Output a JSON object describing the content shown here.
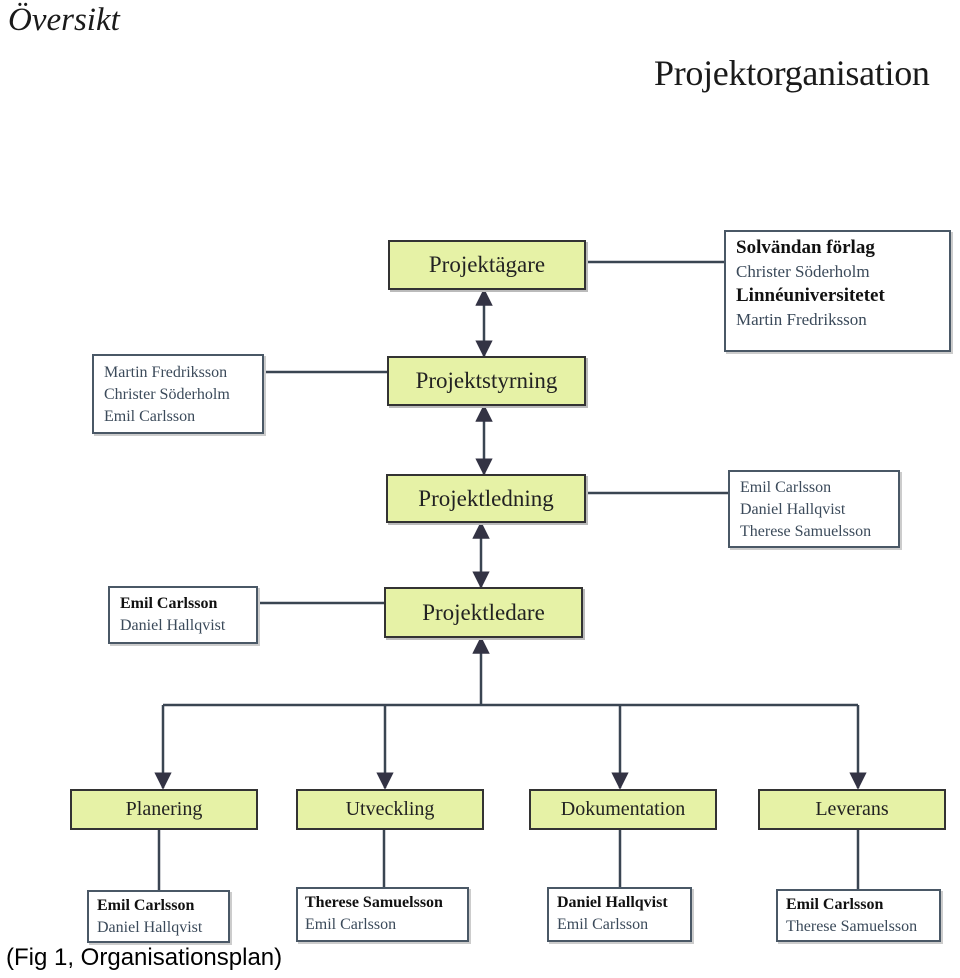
{
  "heading": "Översikt",
  "title": "Projektorganisation",
  "caption": "(Fig 1, Organisationsplan)",
  "roles": {
    "projektagare": "Projektägare",
    "projektstyrning": "Projektstyrning",
    "projektledning": "Projektledning",
    "projektledare": "Projektledare",
    "planering": "Planering",
    "utveckling": "Utveckling",
    "dokumentation": "Dokumentation",
    "leverans": "Leverans"
  },
  "people": {
    "owners": {
      "org1": "Solvändan förlag",
      "name1": "Christer Söderholm",
      "org2": "Linnéuniversitetet",
      "name2": "Martin Fredriksson"
    },
    "styrning": [
      "Martin Fredriksson",
      "Christer Söderholm",
      "Emil Carlsson"
    ],
    "ledning": [
      "Emil Carlsson",
      "Daniel Hallqvist",
      "Therese Samuelsson"
    ],
    "ledare": [
      "Emil Carlsson",
      "Daniel Hallqvist"
    ],
    "planering": [
      "Emil Carlsson",
      "Daniel Hallqvist"
    ],
    "utveckling": [
      "Therese Samuelsson",
      "Emil Carlsson"
    ],
    "dokumentation": [
      "Daniel Hallqvist",
      "Emil Carlsson"
    ],
    "leverans": [
      "Emil Carlsson",
      "Therese Samuelsson"
    ]
  }
}
